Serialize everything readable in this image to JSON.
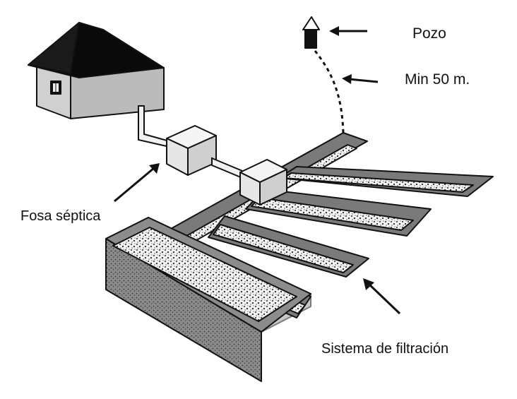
{
  "labels": {
    "well": "Pozo",
    "distance": "Min 50 m.",
    "septic_tank": "Fosa séptica",
    "filtration_system": "Sistema de filtración"
  },
  "colors": {
    "ink": "#111111",
    "trench_wall": "#777777",
    "ground_face": "#9a9a9a",
    "gravel": "#e0e0e0",
    "roof": "#0a0a0a",
    "house_wall": "#c8c8c8",
    "tank_face": "#d8d8d8"
  },
  "icons": {
    "house": "house-icon",
    "well": "well-icon"
  }
}
